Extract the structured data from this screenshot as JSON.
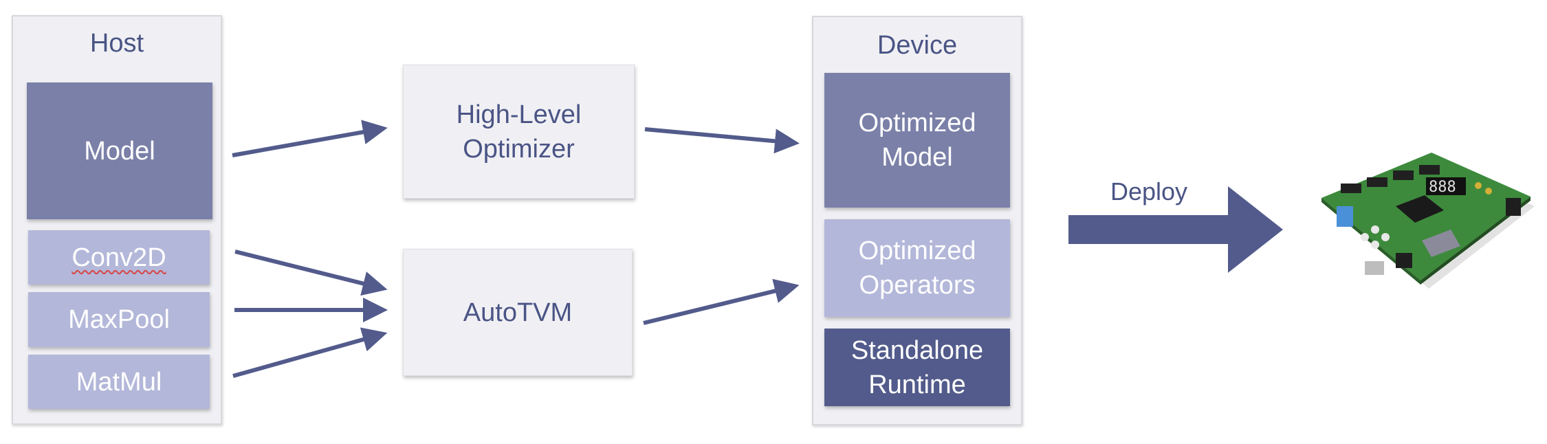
{
  "host": {
    "title": "Host",
    "model": "Model",
    "operators": [
      "Conv2D",
      "MaxPool",
      "MatMul"
    ]
  },
  "optimizers": {
    "high_level": "High-Level\nOptimizer",
    "autotvm": "AutoTVM"
  },
  "device": {
    "title": "Device",
    "optimized_model": "Optimized\nModel",
    "optimized_operators": "Optimized\nOperators",
    "runtime": "Standalone\nRuntime"
  },
  "deploy": {
    "label": "Deploy",
    "board": "fpga-board-icon"
  },
  "colors": {
    "navy": "#525b8b",
    "slate": "#7b80a8",
    "lavender": "#b3b7d9",
    "panel": "#f0f0f4",
    "text": "#4a5485"
  }
}
